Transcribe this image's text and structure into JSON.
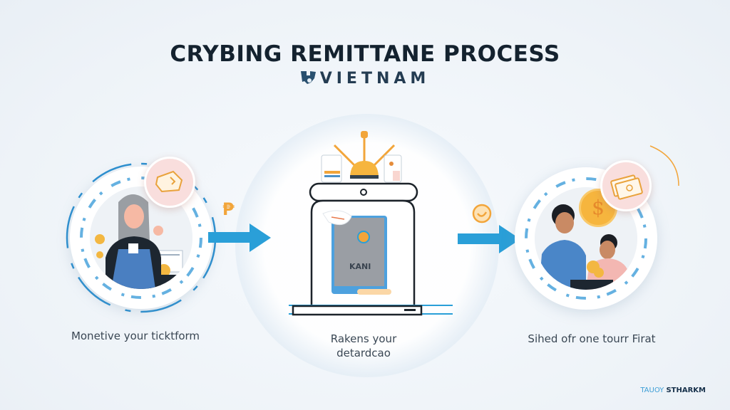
{
  "header": {
    "title": "CRYBING REMITTANE PROCESS",
    "subtitle": "VIETNAM",
    "subtitle_icon": "vietnam-map-icon"
  },
  "steps": [
    {
      "label": "Monetive your ticktform",
      "illustration": "woman-with-apron-icon",
      "badge_icon": "cash-bundle-icon"
    },
    {
      "label_line1": "Rakens your",
      "label_line2": "detardcao",
      "illustration": "laptop-with-wallet-icon",
      "screen_text": "KANI"
    },
    {
      "label": "Sihed ofr one tourr Firat",
      "illustration": "two-people-with-coins-icon",
      "badge_icon": "banknotes-icon",
      "coin_symbol": "$"
    }
  ],
  "connectors": [
    {
      "icon": "peso-symbol-icon",
      "symbol": "₱",
      "arrow": "arrow-right-icon"
    },
    {
      "icon": "coin-icon",
      "arrow": "arrow-right-icon"
    }
  ],
  "footer": {
    "part1": "TAUOY",
    "part2": "STHARKM"
  },
  "colors": {
    "accent_blue": "#2a9fd8",
    "accent_orange": "#f2a53a",
    "title_dark": "#14222f",
    "badge_pink": "#f9dedd"
  }
}
